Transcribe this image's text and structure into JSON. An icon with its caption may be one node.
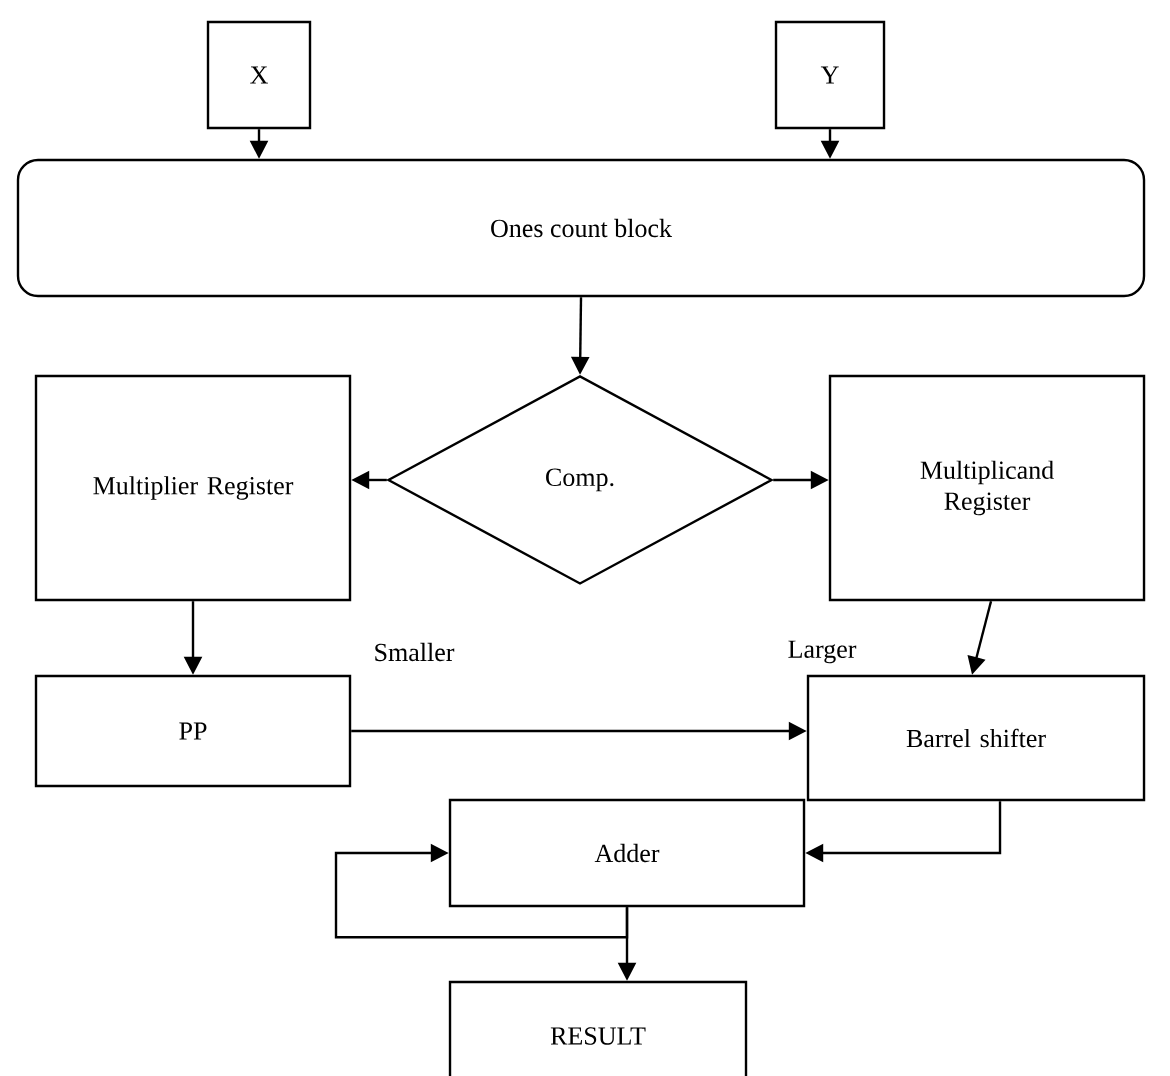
{
  "diagram": {
    "nodes": [
      {
        "text": [
          "X"
        ]
      },
      {
        "text": [
          "Y"
        ]
      },
      {
        "text": [
          "Ones count block"
        ]
      },
      {
        "text": [
          "Comp."
        ]
      },
      {
        "text": [
          "Multiplier Register"
        ]
      },
      {
        "text": [
          "Multiplicand Register"
        ]
      },
      {
        "text": [
          "PP"
        ]
      },
      {
        "text": [
          "Barrel shifter"
        ]
      },
      {
        "text": [
          "Adder"
        ]
      },
      {
        "text": [
          "RESULT"
        ]
      }
    ],
    "edges": [
      {
        "from": 0,
        "to": 2,
        "arrow": "to"
      },
      {
        "from": 1,
        "to": 2,
        "arrow": "to"
      },
      {
        "from": 2,
        "to": 3,
        "arrow": "to"
      },
      {
        "from": 3,
        "to": 4,
        "arrow": "to"
      },
      {
        "from": 3,
        "to": 5,
        "arrow": "to"
      },
      {
        "from": 4,
        "to": 6,
        "arrow": "to"
      },
      {
        "from": 5,
        "to": 7,
        "arrow": "to"
      },
      {
        "from": 6,
        "to": 7,
        "arrow": "to"
      },
      {
        "from": 7,
        "to": 8,
        "arrow": "to"
      },
      {
        "from": 8,
        "to": 8,
        "arrow": "to"
      },
      {
        "from": 8,
        "to": 9,
        "arrow": "to"
      }
    ],
    "labels": [
      "Smaller",
      "Larger"
    ]
  }
}
